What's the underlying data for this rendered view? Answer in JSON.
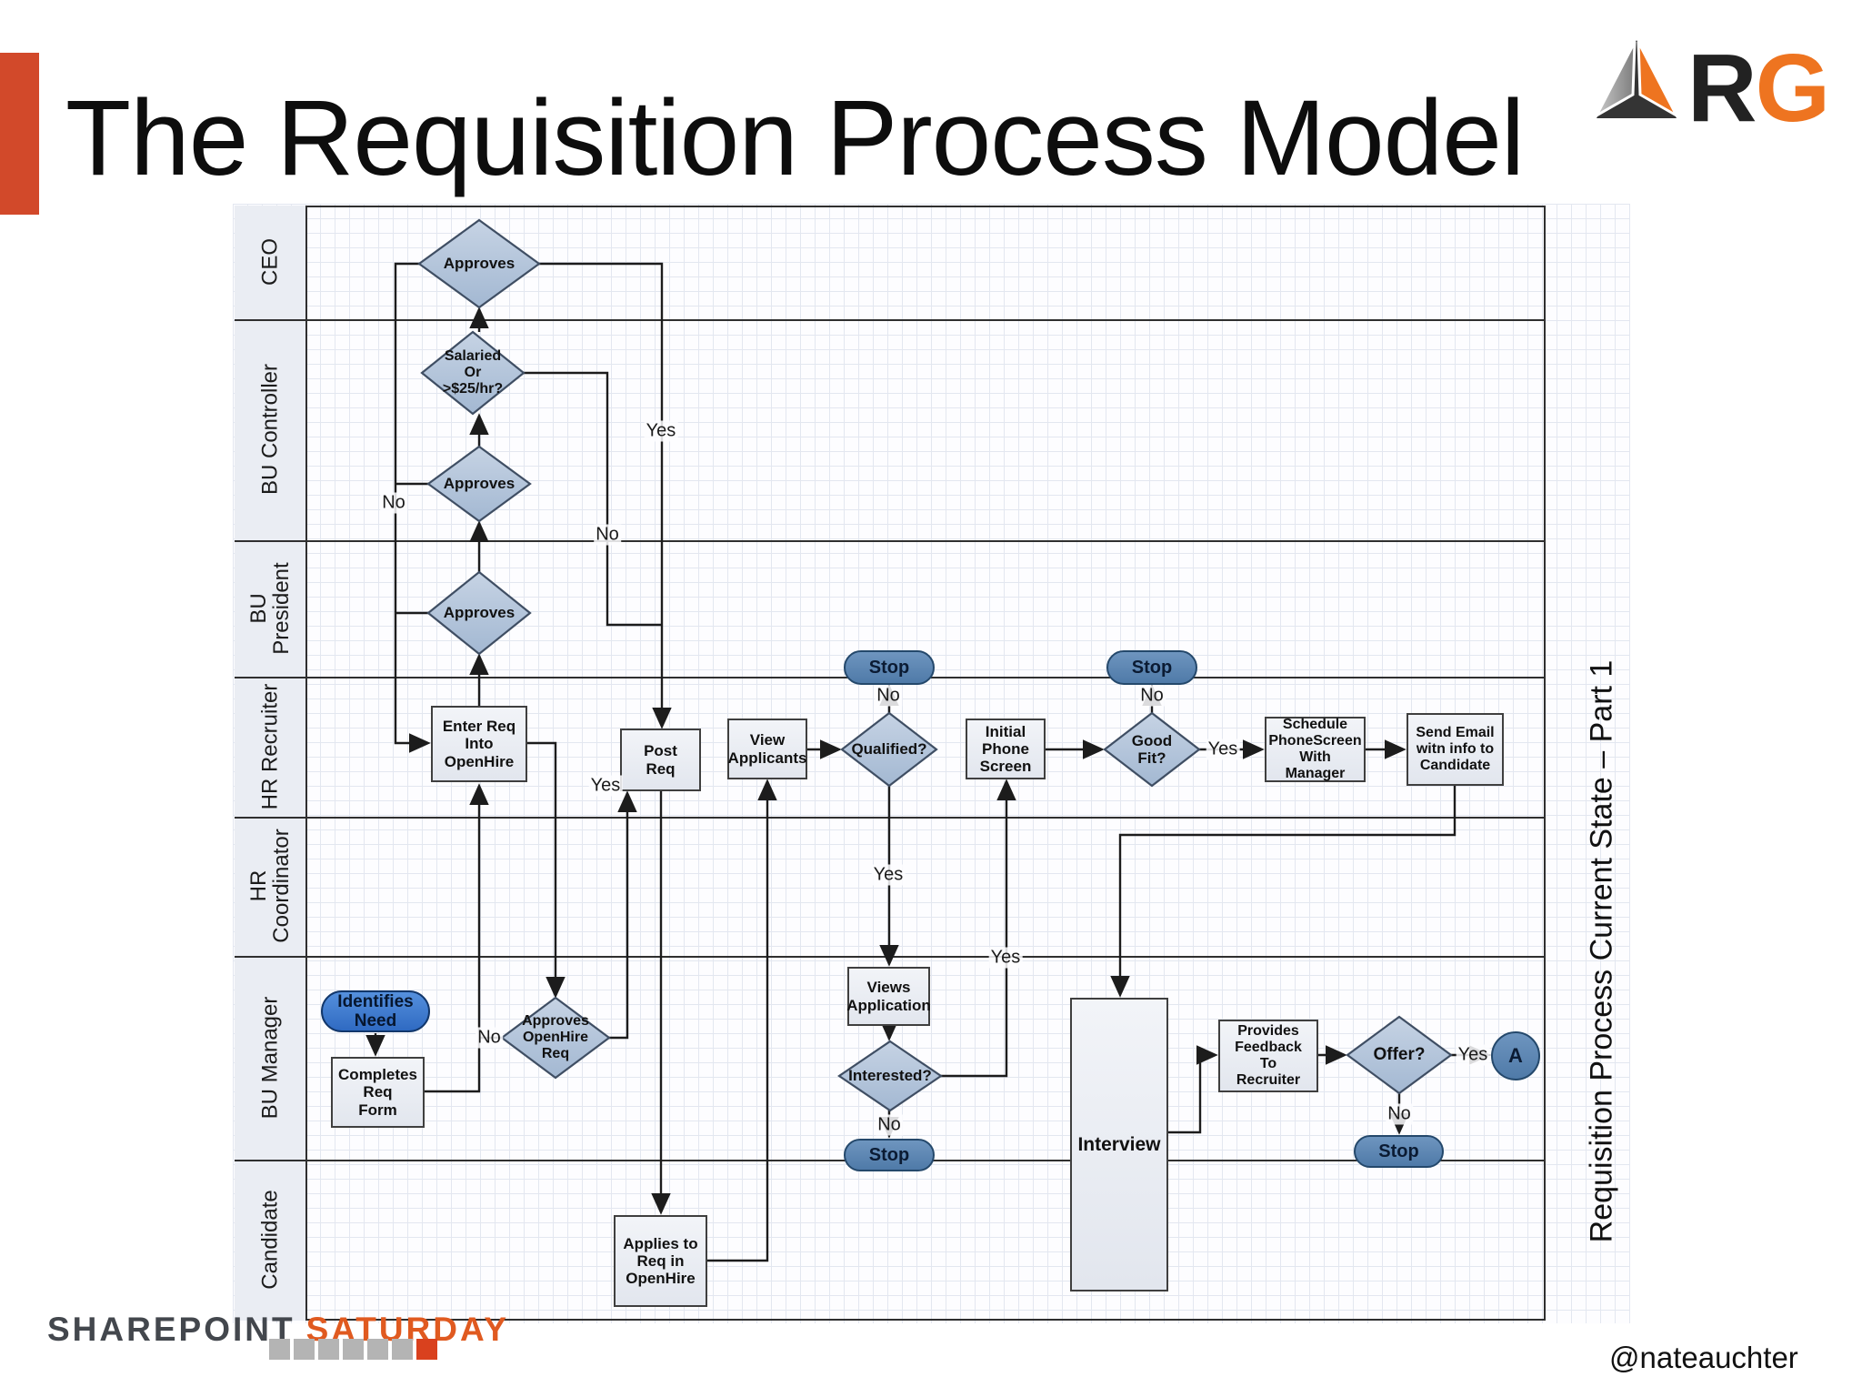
{
  "slide": {
    "title": "The Requisition Process Model",
    "footer_handle": "@nateauchter",
    "arg_logo": {
      "letter_r": "R",
      "letter_g": "G"
    },
    "sharepoint_logo": {
      "word1": "SHAREPOINT",
      "word2": "SATURDAY"
    }
  },
  "diagram": {
    "side_label": "Requisition Process Current State – Part 1",
    "lanes": {
      "ceo": "CEO",
      "bu_controller": "BU Controller",
      "bu_president": "BU\nPresident",
      "hr_recruiter": "HR Recruiter",
      "hr_coordinator": "HR\nCoordinator",
      "bu_manager": "BU Manager",
      "candidate": "Candidate"
    },
    "nodes": {
      "identifies_need": "Identifies\nNeed",
      "completes_req_form": "Completes\nReq\nForm",
      "approves_openhire_req": "Approves\nOpenHire\nReq",
      "enter_req": "Enter Req\nInto\nOpenHire",
      "bu_president_approves": "Approves",
      "bu_controller_approves": "Approves",
      "salaried_question": "Salaried\nOr\n>$25/hr?",
      "ceo_approves": "Approves",
      "post_req": "Post\nReq",
      "applies_to_req": "Applies to\nReq in\nOpenHire",
      "view_applicants": "View\nApplicants",
      "qualified": "Qualified?",
      "stop_qualified": "Stop",
      "views_application": "Views\nApplication",
      "interested": "Interested?",
      "stop_interested": "Stop",
      "initial_phone_screen": "Initial\nPhone\nScreen",
      "good_fit": "Good\nFit?",
      "stop_good_fit": "Stop",
      "schedule_phonescreen": "Schedule\nPhoneScreen\nWith\nManager",
      "send_email": "Send Email\nwitn info to\nCandidate",
      "interview": "Interview",
      "provides_feedback": "Provides\nFeedback\nTo\nRecruiter",
      "offer": "Offer?",
      "stop_offer": "Stop",
      "connector_a": "A"
    },
    "edge_labels": {
      "ceo_yes": "Yes",
      "salaried_no": "No",
      "approvals_no": "No",
      "openhire_no": "No",
      "openhire_yes": "Yes",
      "qualified_no": "No",
      "qualified_yes": "Yes",
      "interested_no": "No",
      "interested_yes": "Yes",
      "goodfit_no": "No",
      "goodfit_yes": "Yes",
      "offer_no": "No",
      "offer_yes": "Yes"
    }
  },
  "colors": {
    "accent_red": "#d2492a",
    "logo_orange": "#ee7420",
    "saturday_orange": "#e05a20",
    "stop_fill": "#5e87b5",
    "start_fill": "#3b7cd6",
    "decision_fill": "#b6c6db",
    "process_fill": "#eceef3"
  }
}
